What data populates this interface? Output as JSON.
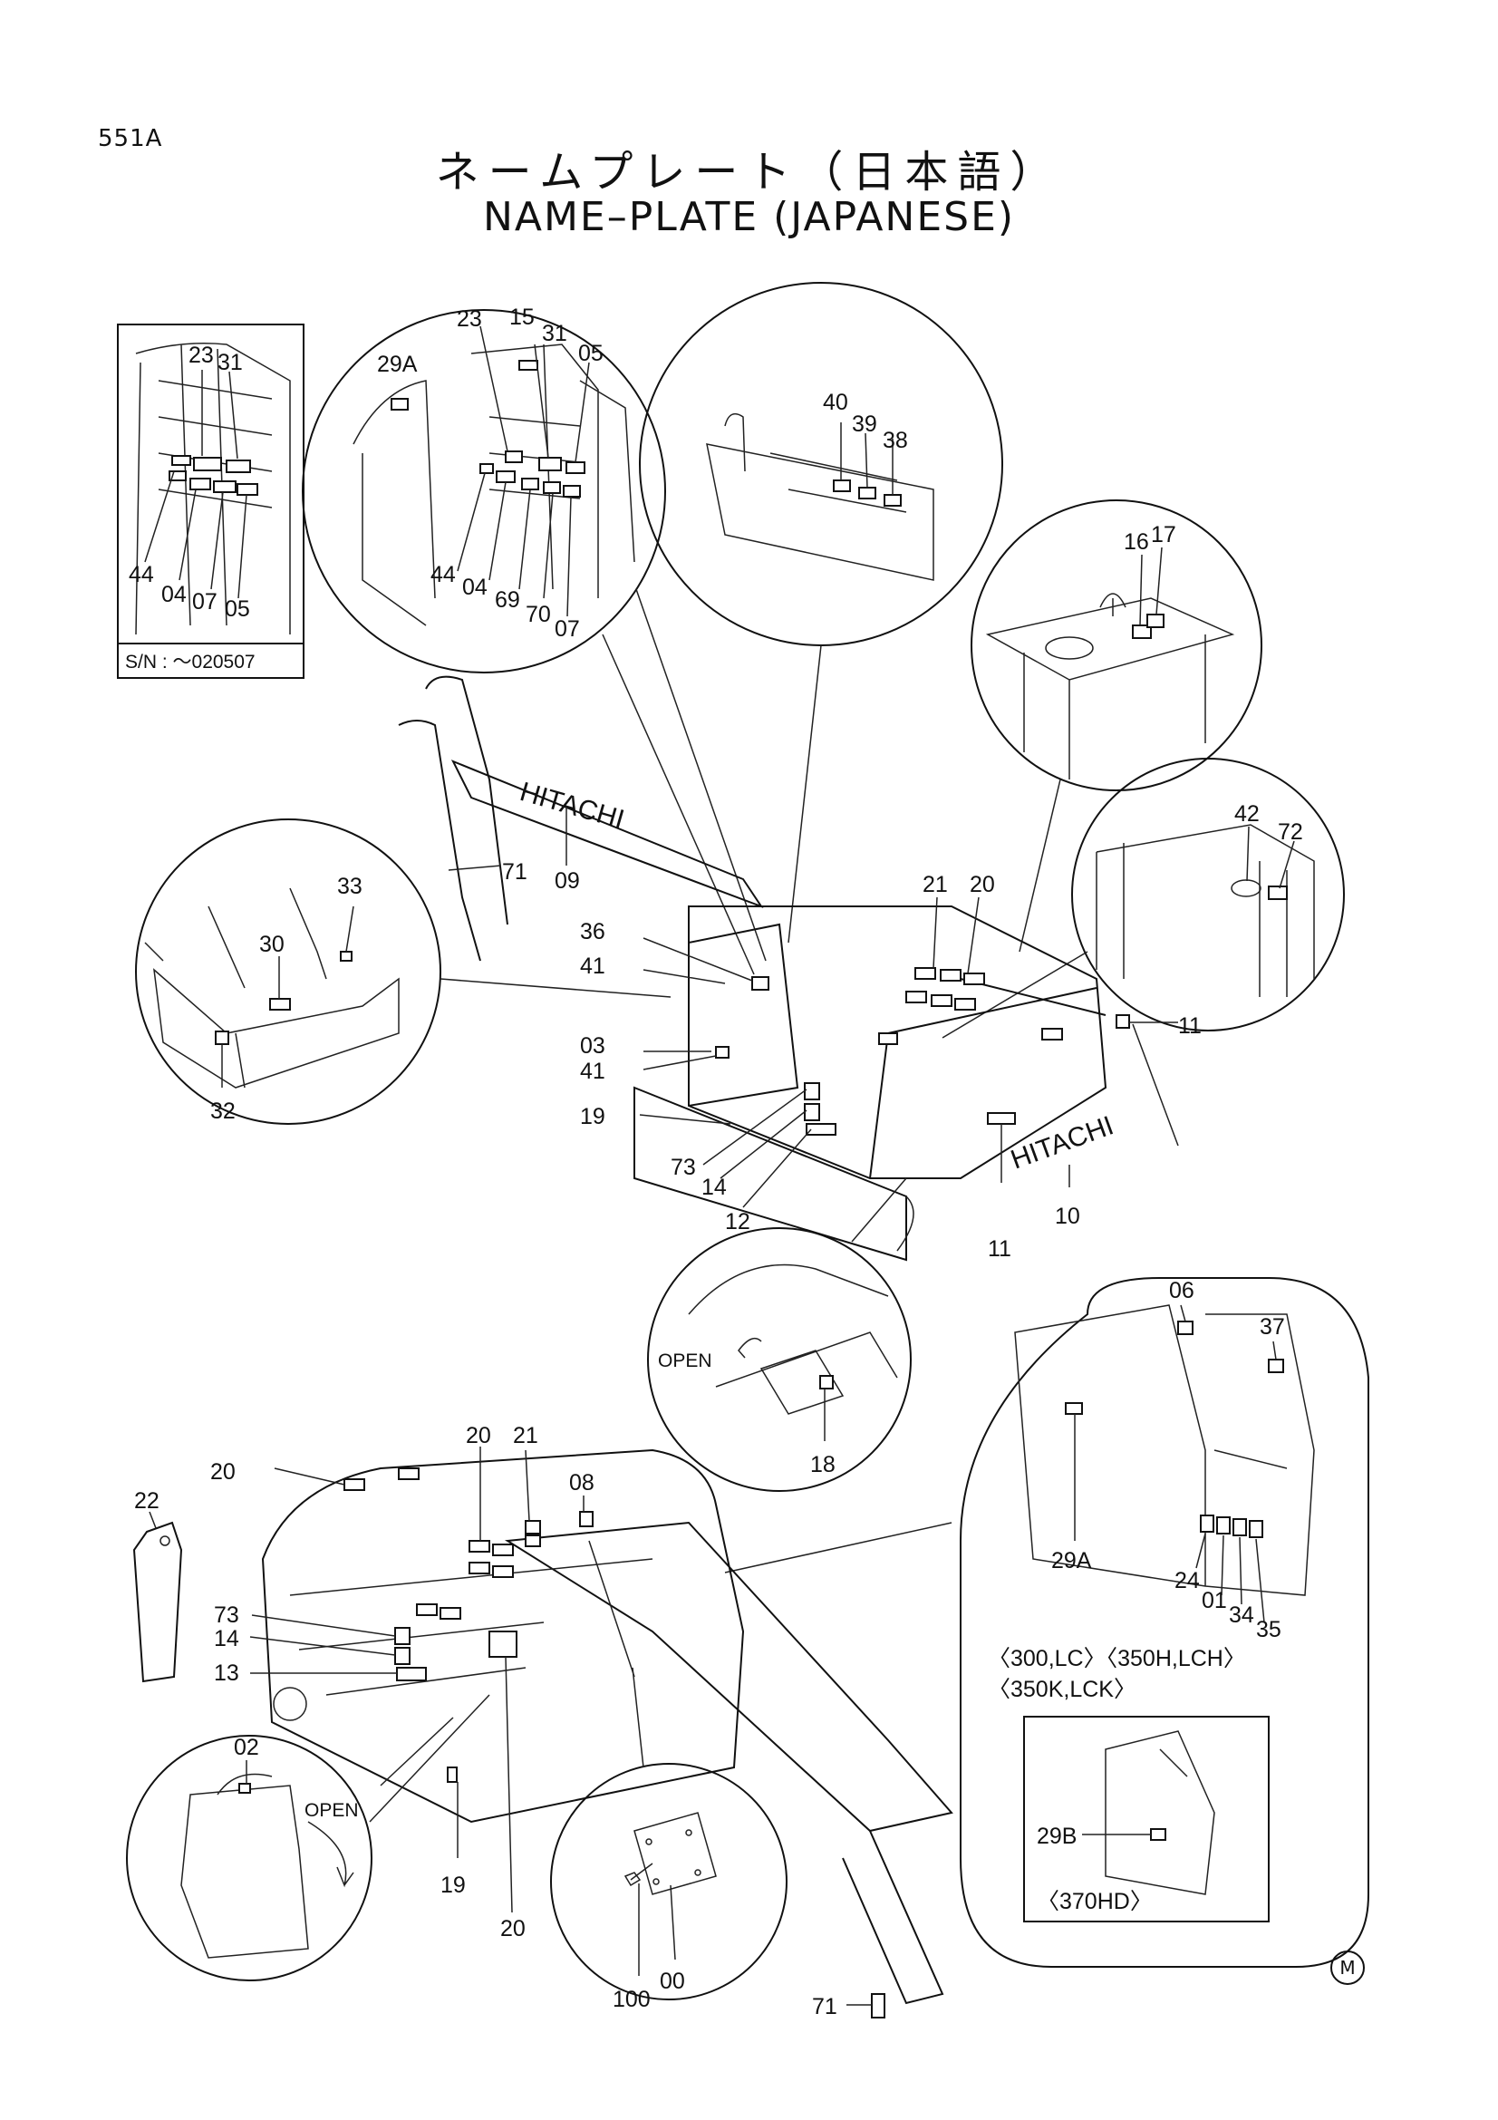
{
  "header": {
    "page_code": "551A",
    "title_jp": "ネームプレート（日本語）",
    "title_en": "NAME–PLATE (JAPANESE)"
  },
  "inset_box": {
    "serial_note": "S/N :  ～020507"
  },
  "callouts": {
    "c23a": "23",
    "c31a": "31",
    "c44a": "44",
    "c04a": "04",
    "c07a": "07",
    "c05a": "05",
    "c29A_top": "29A",
    "c23b": "23",
    "c15": "15",
    "c31b": "31",
    "c05b": "05",
    "c44b": "44",
    "c04b": "04",
    "c69": "69",
    "c70": "70",
    "c07b": "07",
    "c40": "40",
    "c39": "39",
    "c38": "38",
    "c16": "16",
    "c17": "17",
    "c42": "42",
    "c72": "72",
    "c71_top": "71",
    "c09": "09",
    "c33": "33",
    "c30": "30",
    "c32": "32",
    "c36": "36",
    "c41a": "41",
    "c03": "03",
    "c41b": "41",
    "c19_top": "19",
    "c73_top": "73",
    "c14_top": "14",
    "c12": "12",
    "c21_top": "21",
    "c20_top": "20",
    "c11a": "11",
    "c11b": "11",
    "c10": "10",
    "c18": "18",
    "open_top": "OPEN",
    "c06": "06",
    "c37": "37",
    "c29A_cab": "29A",
    "c24": "24",
    "c01": "01",
    "c34": "34",
    "c35": "35",
    "variant_a": "〈300,LC〉〈350H,LCH〉",
    "variant_b": "〈350K,LCK〉",
    "c29B": "29B",
    "variant_c": "〈370HD〉",
    "c22": "22",
    "c20_rear": "20",
    "c20_mid": "20",
    "c21_rear": "21",
    "c08": "08",
    "c73_rear": "73",
    "c14_rear": "14",
    "c13": "13",
    "c02": "02",
    "open_bottom": "OPEN",
    "c19_rear": "19",
    "c20_bottom": "20",
    "c00": "00",
    "c100": "100",
    "c71_bottom": "71"
  },
  "brand_marks": {
    "boom_brand": "HITACHI",
    "counterweight_brand": "HITACHI"
  },
  "footer": {
    "mark": "M"
  }
}
